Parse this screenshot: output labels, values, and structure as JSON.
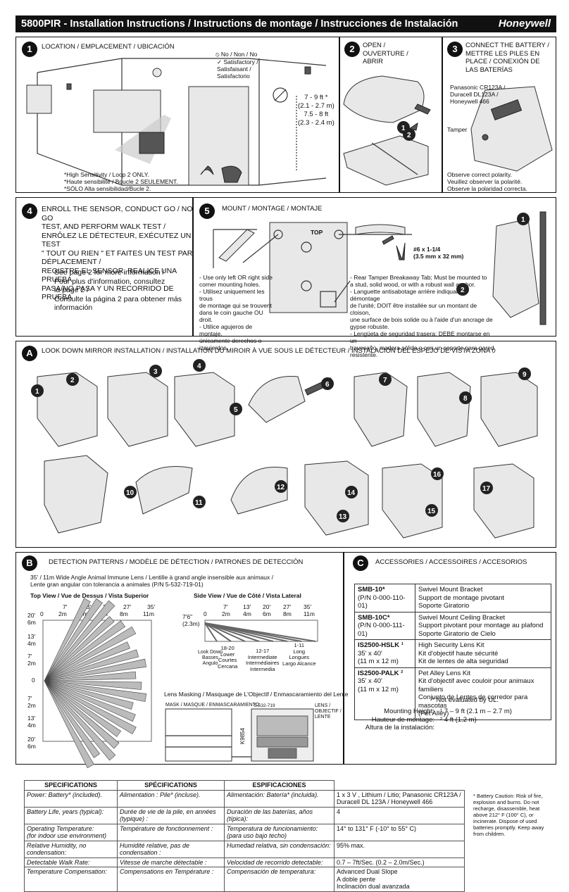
{
  "header": {
    "title": "5800PIR - Installation Instructions  / Instructions de montage  /  Instrucciones de Instalación",
    "brand": "Honeywell"
  },
  "step1": {
    "num": "1",
    "title": "LOCATION / EMPLACEMENT / UBICACIÓN",
    "legend_no": "No / Non / No",
    "legend_yes": "Satisfactory /\nSatisfaisant /\nSatisfactorio",
    "height1": "7 - 9 ft *\n(2.1 - 2.7 m)",
    "height2": "7.5 - 8 ft\n(2.3 - 2.4 m)",
    "note": "*High Sensitivity / Loop 2 ONLY.\n*Haute sensibilité / Boucle 2 SEULEMENT.\n*SÓLO Alta sensibilidad/Bucle 2."
  },
  "step2": {
    "num": "2",
    "title": "OPEN /\nOUVERTURE /\nABRIR"
  },
  "step3": {
    "num": "3",
    "title": "CONNECT THE BATTERY /\nMETTRE LES PILES EN\nPLACE / CONEXIÓN DE\nLAS BATERÍAS",
    "battery_label": "Panasonic CR123A /\nDuracell DL123A /\nHoneywell 466",
    "tamper": "Tamper",
    "polarity": "Observe correct polarity.\nVeuillez observer la polarité.\nObserve la polaridad correcta."
  },
  "step4": {
    "num": "4",
    "title": "ENROLL THE SENSOR, CONDUCT GO / NO GO\nTEST, AND PERFORM WALK TEST /\nENRÔLEZ LE DÉTECTEUR, EXÉCUTEZ UN TEST\n\" TOUT OU RIEN \" ET FAITES UN TEST PAR\nDÉPLACEMENT  /\nREGISTRE EL SENSOR, REALICE UNA PRUEBA\nPASA/NO PASA Y UN RECORRIDO DE PRUEBA",
    "see": "See page 2 for more information /\nPour plus d'information, consultez\nla page 2 /\nConsulte la página 2 para obtener más\ninformación"
  },
  "step5": {
    "num": "5",
    "title": "MOUNT / MONTAGE / MONTAJE",
    "corner_note": "- Use only left OR right side\n  corner mounting holes.\n- Utilisez uniquement les trous\n  de montage qui se trouvent\n  dans le coin gauche OU droit.\n- Utilice agujeros de montaje,\n  únicamente derechos o\n  izquierdos.",
    "screw": "#6 x 1-1/4\n(3.5 mm x 32 mm)",
    "tamper_note": "- Rear Tamper Breakaway Tab; Must be mounted to\n  a stud, solid wood, or with a robust wall anchor.\n- Languette antisabotage arrière indiquant le démontage\n  de l'unité; DOIT être installée sur un montant de cloison,\n  une surface de bois solide ou à l'aide d'un ancrage de\n  gypse robuste.\n- Lengüeta de seguridad trasera; DEBE montarse en un\n  travesaño, madera sólida o con un soporte para pared\n  resistente.",
    "top": "TOP"
  },
  "sectionA": {
    "letter": "A",
    "title": "LOOK DOWN MIRROR INSTALLATION  /  INSTALLATION DU MIROIR À VUE SOUS LE DÉTECTEUR  /  INSTALACIÓN DEL ESPEJO DE VISTA ZONA 0",
    "steps": [
      "1",
      "2",
      "3",
      "4",
      "5",
      "6",
      "7",
      "8",
      "9",
      "10",
      "11",
      "12",
      "13",
      "14",
      "15",
      "16",
      "17"
    ]
  },
  "sectionB": {
    "letter": "B",
    "title": "DETECTION PATTERNS / MODÈLE DE DÉTECTION / PATRONES DE DETECCIÓN",
    "lens": "35' / 11m Wide Angle Animal Immune Lens /  Lentille à grand angle insensible aux animaux /\nLente gran angular con tolerancia a animales   (P/N 5-532-719-01)",
    "top_view": "Top View / Vue de Dessus / Vista Superior",
    "side_view": "Side View / Vue de Côté / Vista Lateral",
    "ft_ticks": [
      "7'",
      "13'",
      "20'",
      "27'",
      "35'"
    ],
    "m_ticks": [
      "0",
      "2m",
      "4m",
      "6m",
      "8m",
      "11m"
    ],
    "left_ticks": [
      "20'\n6m",
      "13'\n4m",
      "7'\n2m",
      "0",
      "7'\n2m",
      "13'\n4m",
      "20'\n6m"
    ],
    "side_height": "7'6\"\n(2.3m)",
    "zone_lookdown": "Look Down\nBasses\nAngulo",
    "zone_lower": "18-20\nLower\nCourtes\nCercana",
    "zone_inter": "12-17\nIntermediate\nIntermédiaires\nIntermedia",
    "zone_long": "1-11\nLong\nLongues\nLargo Alcance",
    "masking_title": "Lens Masking / Masquage de L'Objectif / Enmascaramiento del Lente",
    "mask_label": "MASK / MASQUE / ENMASCARAMIENTO",
    "lens_label": "LENS /\nOBJECTIF /\nLENTE",
    "lens_pn": "5-532-719",
    "k_code": "K9854"
  },
  "sectionC": {
    "letter": "C",
    "title": "ACCESSORIES / ACCESSOIRES / ACCESORIOS",
    "items": [
      {
        "model": "SMB-10*",
        "pn": "(P/N 0-000-110-01)",
        "desc": "Swivel Mount Bracket\nSupport de montage pivotant\nSoporte Giratorio"
      },
      {
        "model": "SMB-10C*",
        "pn": "(P/N 0-000-111-01)",
        "desc": "Swivel Mount Ceiling Bracket\nSupport pivotant pour montage au plafond\nSoporte Giratorio de Cielo"
      },
      {
        "model": "IS2500-HSLK ¹",
        "pn": "35' x 40'\n(11 m x 12 m)",
        "desc": "High Security Lens Kit\nKit d'objectif haute sécurité\nKit de lentes de alta seguridad"
      },
      {
        "model": "IS2500-PALK ²",
        "pn": "35' x 40'\n(11 m x 12 m)",
        "desc": "Pet Alley Lens Kit\nKit d'objectif avec couloir pour animaux familiers\nConjunto de Lentes de corredor para mascotas\n(Pet Alley)"
      }
    ],
    "ul_note": "* Not evaluated by UL.",
    "mounting_label": "Mounting Height:\nHauteur de montage:\nAltura de la instalación:",
    "mount1": "¹ 7 – 9 ft (2.1 m – 2.7 m)",
    "mount2": "² 4 ft (1.2 m)"
  },
  "specs": {
    "headers": [
      "SPECIFICATIONS",
      "SPÉCIFICATIONS",
      "ESPIFICACIONES"
    ],
    "rows": [
      [
        "Power: Battery* (included).",
        "Alimentation : Pile* (incluse).",
        "Alimentación: Batería* (incluida).",
        "1  x  3 V , Lithium / Litio; Panasonic CR123A /\nDuracell DL 123A / Honeywell 466"
      ],
      [
        "Battery Life, years (typical):",
        "Durée de vie de la pile, en années (typique) :",
        "Duración de las baterías, años (típica):",
        "4"
      ],
      [
        "Operating Temperature:\n(for indoor use environment)",
        "Température de fonctionnement :",
        "Temperatura de funcionamiento:\n(para uso bajo techo)",
        "14° to 131° F (-10° to 55° C)"
      ],
      [
        "Relative Humidity, no\ncondensation:",
        "Humidité relative, pas de condensation :",
        "Humedad relativa, sin condensación:",
        "95% max."
      ],
      [
        "Detectable Walk Rate:",
        "Vitesse de marche détectable :",
        "Velocidad de recorrido detectable:",
        "0.7 – 7ft/Sec. (0.2 – 2.0m/Sec.)"
      ],
      [
        "Temperature Compensation:",
        "Compensations en Température :",
        "Compensación de temperatura:",
        "Advanced Dual Slope\nA doble pente\nInclinación dual avanzada"
      ]
    ],
    "caution": "* Battery Caution: Risk of fire,\n  explosion and burns.  Do not\n  recharge, disassemble, heat\n  above 212° F (100° C), or\n  incinerate.  Dispose of used\n  batteries promptly.  Keep away\n  from children."
  }
}
